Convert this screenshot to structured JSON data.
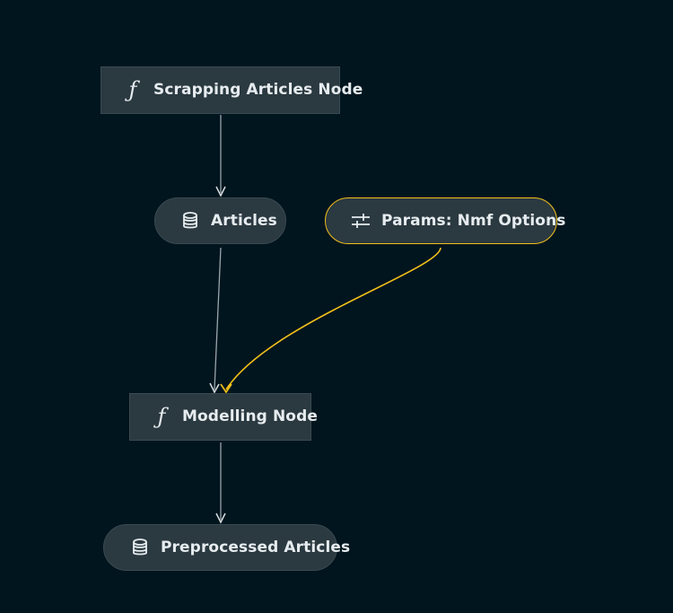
{
  "nodes": {
    "scrapping": {
      "label": "Scrapping Articles Node",
      "kind": "task",
      "icon": "function-icon"
    },
    "articles": {
      "label": "Articles",
      "kind": "data",
      "icon": "database-icon"
    },
    "params": {
      "label": "Params: Nmf Options",
      "kind": "parameters",
      "icon": "sliders-icon"
    },
    "modelling": {
      "label": "Modelling Node",
      "kind": "task",
      "icon": "function-icon"
    },
    "preprocessed": {
      "label": "Preprocessed Articles",
      "kind": "data",
      "icon": "database-icon"
    }
  },
  "edges": [
    {
      "from": "scrapping",
      "to": "articles"
    },
    {
      "from": "articles",
      "to": "modelling"
    },
    {
      "from": "params",
      "to": "modelling",
      "highlighted": true
    },
    {
      "from": "modelling",
      "to": "preprocessed"
    }
  ],
  "colors": {
    "background": "#01151e",
    "node_fill": "#2b3940",
    "edge": "#9aa6ac",
    "highlight": "#f2c01a",
    "text": "#e6ecef"
  }
}
